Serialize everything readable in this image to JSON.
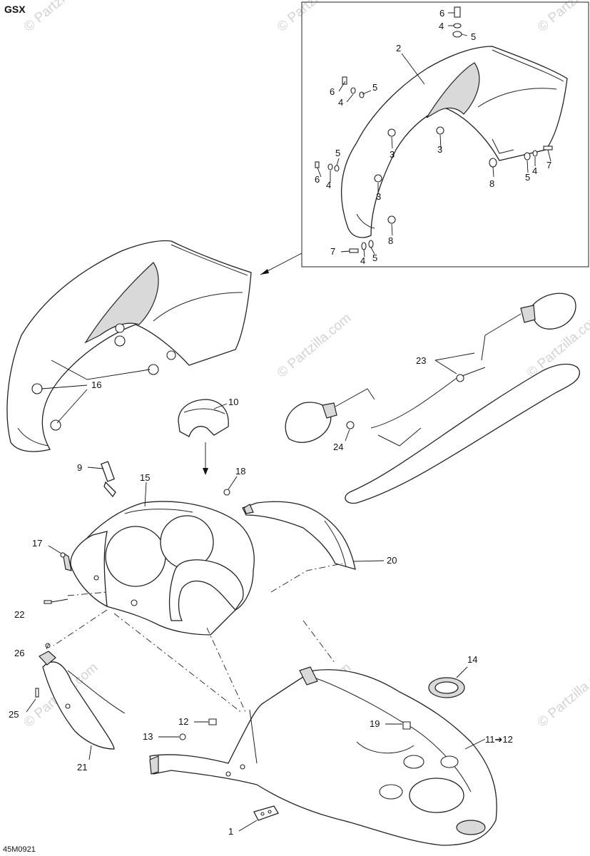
{
  "header": {
    "model": "GSX"
  },
  "footer": {
    "diagram_code": "45M0921"
  },
  "watermarks": {
    "text": "© Partzilla.com",
    "dark_text": "© Partzilla.com"
  },
  "callouts": {
    "c1": "1",
    "c2": "2",
    "c3a": "3",
    "c3b": "3",
    "c3c": "3",
    "c4a": "4",
    "c4b": "4",
    "c4c": "4",
    "c4d": "4",
    "c4e": "4",
    "c5a": "5",
    "c5b": "5",
    "c5c": "5",
    "c5d": "5",
    "c5e": "5",
    "c6a": "6",
    "c6b": "6",
    "c6c": "6",
    "c7a": "7",
    "c7b": "7",
    "c8a": "8",
    "c8b": "8",
    "c9": "9",
    "c10": "10",
    "c11": "11➔12",
    "c12": "12",
    "c13": "13",
    "c14": "14",
    "c15": "15",
    "c16": "16",
    "c17": "17",
    "c18": "18",
    "c19": "19",
    "c20": "20",
    "c21": "21",
    "c22": "22",
    "c23": "23",
    "c24": "24",
    "c25": "25",
    "c26": "26"
  }
}
